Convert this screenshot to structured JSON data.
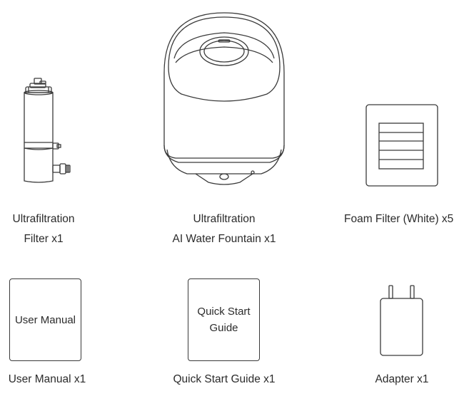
{
  "items": [
    {
      "id": "ultrafiltration-filter",
      "caption_line1": "Ultrafiltration",
      "caption_line2": "Filter x1",
      "icon": "filter-cartridge-icon"
    },
    {
      "id": "water-fountain",
      "caption_line1": "Ultrafiltration",
      "caption_line2": "AI Water Fountain x1",
      "icon": "water-fountain-icon"
    },
    {
      "id": "foam-filter",
      "caption_line1": "Foam Filter (White) x5",
      "icon": "foam-filter-icon"
    },
    {
      "id": "user-manual",
      "caption_line1": "User Manual x1",
      "cover_text": "User Manual",
      "icon": "user-manual-icon"
    },
    {
      "id": "quick-start-guide",
      "caption_line1": "Quick Start Guide x1",
      "cover_text": "Quick Start\nGuide",
      "icon": "quick-start-guide-icon"
    },
    {
      "id": "adapter",
      "caption_line1": "Adapter x1",
      "icon": "power-adapter-icon"
    }
  ],
  "colors": {
    "line": "#3a3a3a",
    "text": "#2b2b2b",
    "background": "#ffffff"
  }
}
